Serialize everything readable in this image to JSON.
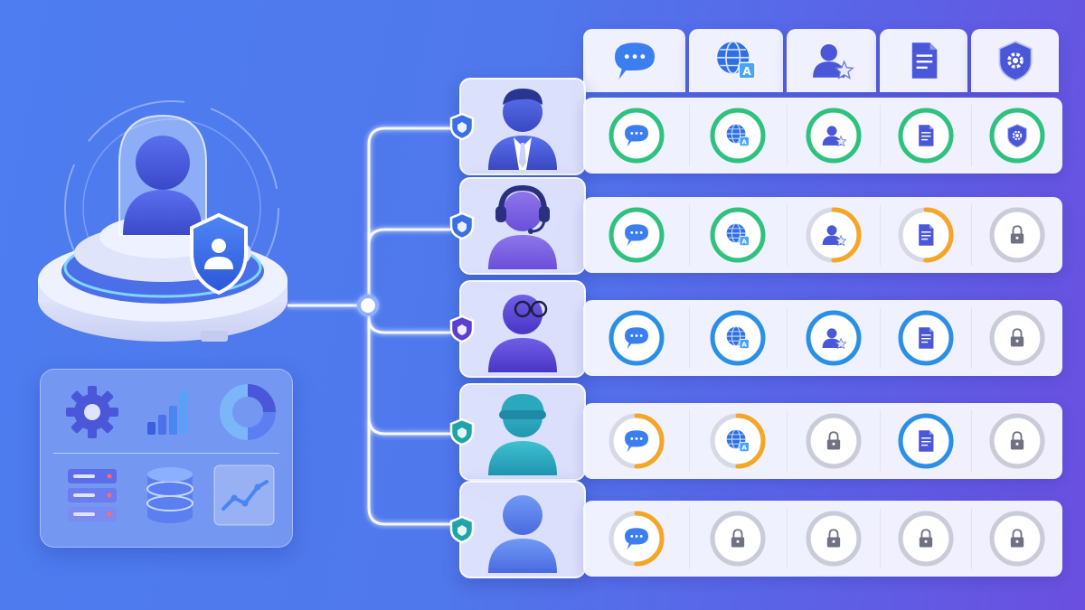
{
  "features": [
    {
      "key": "chat",
      "icon": "chat-bubble-icon"
    },
    {
      "key": "translate",
      "icon": "globe-translate-icon"
    },
    {
      "key": "user-rating",
      "icon": "user-star-icon"
    },
    {
      "key": "document",
      "icon": "document-icon"
    },
    {
      "key": "security-settings",
      "icon": "shield-gear-icon"
    }
  ],
  "roles": [
    {
      "key": "manager",
      "avatar": "manager-avatar-icon",
      "badge_color": "#3b6fe6",
      "access": [
        "full",
        "full",
        "full",
        "full",
        "full"
      ]
    },
    {
      "key": "support-agent",
      "avatar": "headset-avatar-icon",
      "badge_color": "#3b6fe6",
      "access": [
        "full",
        "full",
        "partial",
        "partial",
        "locked"
      ]
    },
    {
      "key": "analyst",
      "avatar": "glasses-avatar-icon",
      "badge_color": "#5a3fd0",
      "access": [
        "standard",
        "standard",
        "standard",
        "standard",
        "locked"
      ]
    },
    {
      "key": "contributor",
      "avatar": "beanie-avatar-icon",
      "badge_color": "#1fa4a8",
      "access": [
        "partial",
        "partial",
        "locked",
        "standard",
        "locked"
      ]
    },
    {
      "key": "guest",
      "avatar": "guest-avatar-icon",
      "badge_color": "#1fa4a8",
      "access": [
        "partial",
        "locked",
        "locked",
        "locked",
        "locked"
      ]
    }
  ],
  "access_levels": {
    "full": {
      "ring": "#2ec27e",
      "fraction": 1.0
    },
    "standard": {
      "ring": "#2b8fe6",
      "fraction": 1.0
    },
    "partial": {
      "ring": "#f5a623",
      "fraction": 0.5
    },
    "locked": {
      "ring": "#c9cbd6",
      "fraction": 1.0
    }
  },
  "colors": {
    "accent": "#3f5fe0",
    "line": "#ffffff"
  },
  "tools": [
    "gear-icon",
    "bar-chart-icon",
    "donut-chart-icon",
    "server-icon",
    "database-icon",
    "line-chart-icon"
  ]
}
